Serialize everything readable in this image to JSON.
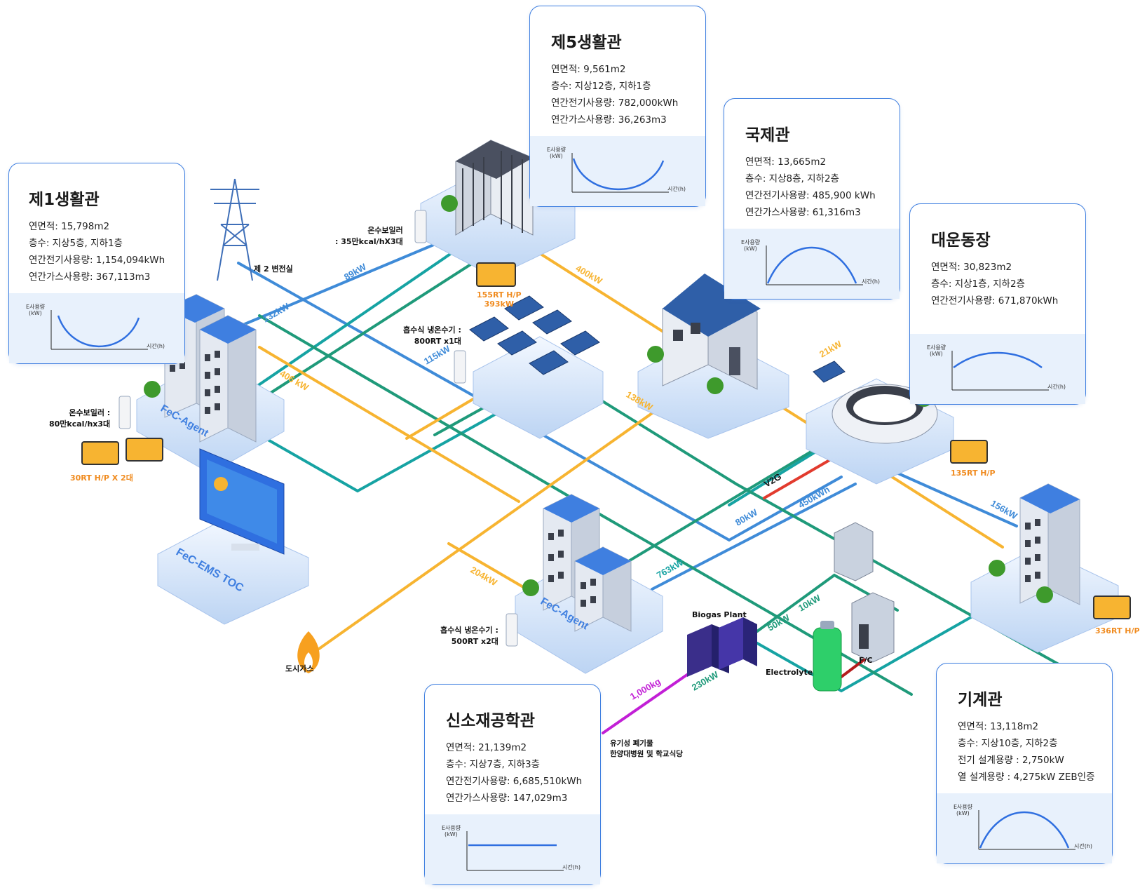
{
  "buildings": {
    "b1": {
      "title": "제1생활관",
      "lines": [
        "연면적: 15,798m2",
        "층수: 지상5층, 지하1층",
        "연간전기사용량: 1,154,094kWh",
        "연간가스사용량: 367,113m3"
      ],
      "ylabel": "E사용량\n(kW)",
      "xlabel": "시간(h)",
      "curve": "u"
    },
    "b5": {
      "title": "제5생활관",
      "lines": [
        "연면적: 9,561m2",
        "층수: 지상12층, 지하1층",
        "연간전기사용량: 782,000kWh",
        "연간가스사용량: 36,263m3"
      ],
      "ylabel": "E사용량\n(kW)",
      "xlabel": "시간(h)",
      "curve": "u"
    },
    "intl": {
      "title": "국제관",
      "lines": [
        "연면적: 13,665m2",
        "층수: 지상8층, 지하2층",
        "연간전기사용량: 485,900 kWh",
        "연간가스사용량: 61,316m3"
      ],
      "ylabel": "E사용량\n(kW)",
      "xlabel": "시간(h)",
      "curve": "cap"
    },
    "stadium": {
      "title": "대운동장",
      "lines": [
        "연면적: 30,823m2",
        "층수: 지상1층, 지하2층",
        "연간전기사용량: 671,870kWh"
      ],
      "ylabel": "E사용량\n(kW)",
      "xlabel": "시간(h)",
      "curve": "flatcap"
    },
    "material": {
      "title": "신소재공학관",
      "lines": [
        "연면적: 21,139m2",
        "층수: 지상7층, 지하3층",
        "연간전기사용량: 6,685,510kWh",
        "연간가스사용량: 147,029m3"
      ],
      "ylabel": "E사용량\n(kW)",
      "xlabel": "시간(h)",
      "curve": "flat"
    },
    "mech": {
      "title": "기계관",
      "lines": [
        "연면적: 13,118m2",
        "층수: 지상10층, 지하2층",
        "전기 설계용량 : 2,750kW",
        "열 설계용량 : 4,275kW ZEB인증"
      ],
      "ylabel": "E사용량\n(kW)",
      "xlabel": "시간(h)",
      "curve": "cap"
    }
  },
  "labels": {
    "substation": "제 2 변전실",
    "boiler35": "온수보일러\n: 35만kcal/hX3대",
    "hp155": "155RT H/P\n393kW",
    "absorb800": "흡수식 냉온수기 :\n800RT x1대",
    "boiler80": "온수보일러 :\n80만kcal/hx3대",
    "hp30": "30RT H/P X 2대",
    "hp135": "135RT H/P",
    "hp336": "336RT H/P",
    "absorb500": "흡수식 냉온수기 :\n500RT x2대",
    "citygas": "도시가스",
    "biogas": "Biogas Plant",
    "electrolyte": "Electrolyte",
    "fc": "F/C",
    "organic": "유기성 폐기물\n한양대병원 및 학교식당",
    "fec_agent_1": "FeC-Agent",
    "fec_agent_2": "FeC-Agent",
    "ems": "FeC-EMS TOC"
  },
  "flows": [
    "89kW",
    "132kW",
    "406 kW",
    "115kW",
    "400kW",
    "138kW",
    "21kW",
    "V2G",
    "450kWh",
    "80kW",
    "763kW",
    "204kW",
    "156kW",
    "50kW",
    "10kW",
    "230kW",
    "1,000kg"
  ],
  "colors": {
    "blue": "#3f8bd8",
    "teal": "#16a3a3",
    "green": "#1f9a7a",
    "orange": "#f7b431",
    "red": "#e23b2e",
    "magenta": "#c21fd6",
    "card_border": "#3f7fe0",
    "curve": "#2f6fe0"
  }
}
